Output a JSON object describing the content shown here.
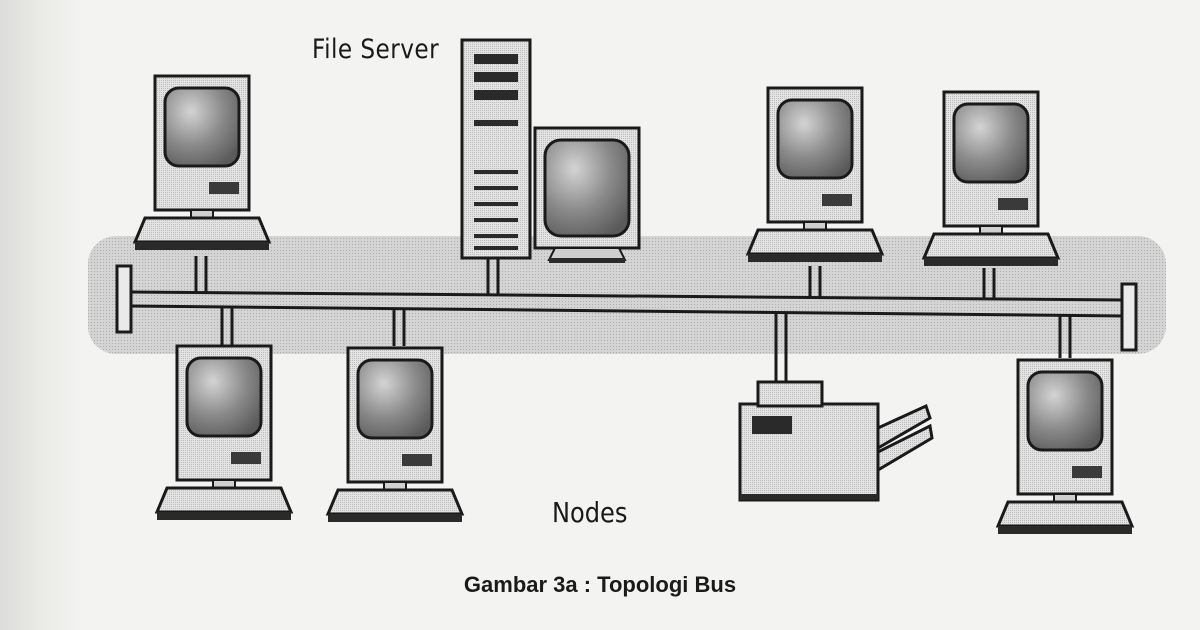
{
  "labels": {
    "server": "File Server",
    "nodes": "Nodes",
    "caption": "Gambar 3a : Topologi Bus"
  },
  "colors": {
    "background": "#f3f3f1",
    "ink": "#1a1a1a",
    "bus_band": "#cfcfcf",
    "device_body": "#dedede",
    "screen": "#6e6e6e"
  },
  "devices": [
    {
      "name": "workstation-top-left",
      "type": "workstation"
    },
    {
      "name": "file-server",
      "type": "server"
    },
    {
      "name": "server-monitor",
      "type": "monitor"
    },
    {
      "name": "workstation-top-right-1",
      "type": "workstation"
    },
    {
      "name": "workstation-top-right-2",
      "type": "workstation"
    },
    {
      "name": "workstation-bottom-1",
      "type": "workstation"
    },
    {
      "name": "workstation-bottom-2",
      "type": "workstation"
    },
    {
      "name": "printer",
      "type": "printer"
    },
    {
      "name": "workstation-bottom-right",
      "type": "workstation"
    }
  ]
}
